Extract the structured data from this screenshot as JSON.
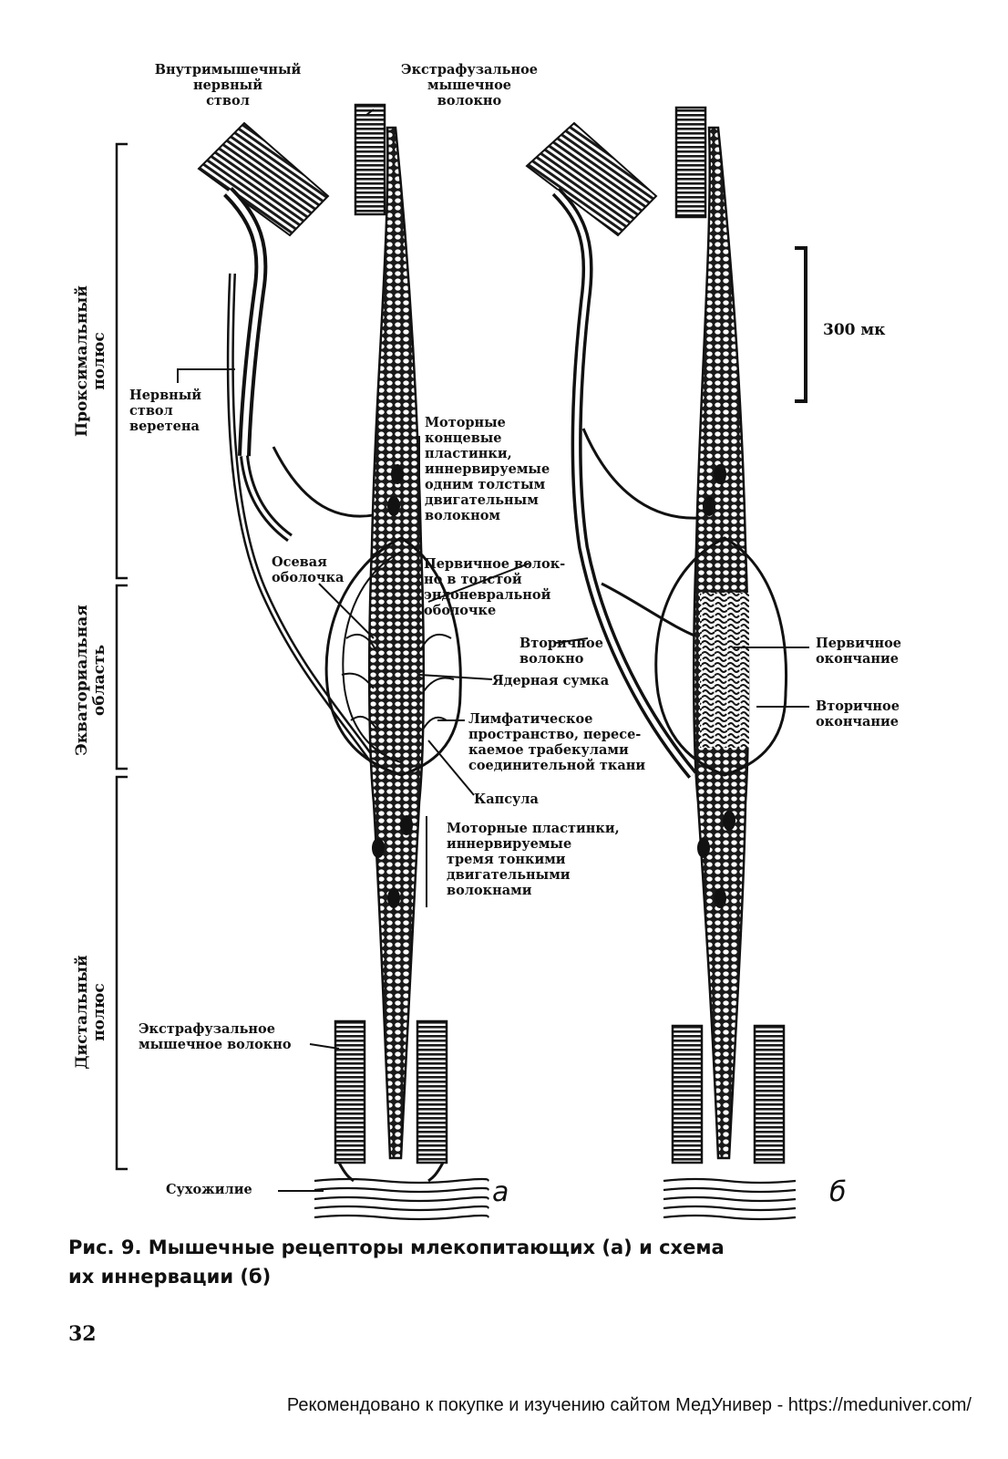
{
  "labels": {
    "intramuscular_nerve": "Внутримышечный\nнервный\nствол",
    "extrafusal_top": "Экстрафузальное\nмышечное\nволокно",
    "spindle_nerve": "Нервный\nствол\nверетена",
    "motor_plates_thick": "Моторные\nконцевые\nпластинки,\nиннервируемые\nодним толстым\nдвигательным\nволокном",
    "axial_sheath": "Осевая\nоболочка",
    "primary_fiber": "Первичное волок-\nно в толстой\nэндоневральной\nоболочке",
    "secondary_fiber": "Вторичное\nволокно",
    "nuclear_bag": "Ядерная сумка",
    "lymph_space": "Лимфатическое\nпространство, пересе-\nкаемое трабекулами\nсоединительной ткани",
    "capsule": "Капсула",
    "motor_plates_thin": "Моторные пластинки,\nиннервируемые\nтремя тонкими\nдвигательными\nволокнами",
    "extrafusal_bottom": "Экстрафузальное\nмышечное волокно",
    "tendon": "Сухожилие",
    "primary_ending": "Первичное\nокончание",
    "secondary_ending": "Вторичное\nокончание",
    "scale": "300 мк"
  },
  "regions": {
    "proximal": "Проксимальный\nполюс",
    "equatorial": "Экваториальная\nобласть",
    "distal": "Дистальный\nполюс"
  },
  "panels": {
    "a": "а",
    "b": "б"
  },
  "caption": "Рис. 9. Мышечные рецепторы млекопитающих (а) и схема\nих иннервации (б)",
  "page_number": "32",
  "footer": "Рекомендовано к покупке и изучению сайтом МедУнивер - https://meduniver.com/"
}
